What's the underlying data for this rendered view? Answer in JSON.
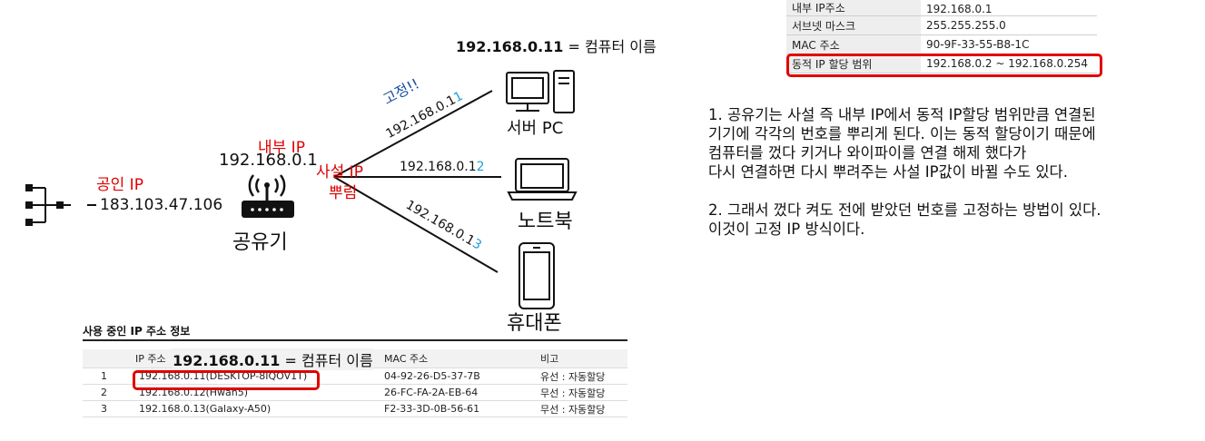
{
  "header_caption": {
    "ip": "192.168.0.11",
    "rest": " = 컴퓨터 이름"
  },
  "left": {
    "public_ip_label": "공인 IP",
    "public_ip": "183.103.47.106",
    "internal_ip_label": "내부 IP",
    "internal_ip": "192.168.0.1",
    "router_label": "공유기",
    "private_ip_label_1": "사설 IP",
    "private_ip_label_2": "뿌림"
  },
  "branches": {
    "fixed_label": "고정!!",
    "ip1_prefix": "192.168.0.1",
    "ip1_suffix": "1",
    "ip2_prefix": "192.168.0.1",
    "ip2_suffix": "2",
    "ip3_prefix": "192.168.0.1",
    "ip3_suffix": "3"
  },
  "devices": {
    "server": "서버 PC",
    "laptop": "노트북",
    "phone": "휴대폰"
  },
  "info_table": {
    "rows": [
      {
        "label": "내부 IP주소",
        "value": "192.168.0.1"
      },
      {
        "label": "서브넷 마스크",
        "value": "255.255.255.0"
      },
      {
        "label": "MAC 주소",
        "value": "90-9F-33-55-B8-1C"
      },
      {
        "label": "동적 IP 할당 범위",
        "value": "192.168.0.2 ~ 192.168.0.254"
      }
    ]
  },
  "notes": {
    "p1": [
      "1. 공유기는 사설 즉 내부 IP에서 동적 IP할당 범위만큼 연결된",
      "   기기에 각각의 번호를 뿌리게 된다. 이는 동적 할당이기 때문에",
      "   컴퓨터를 껐다 키거나 와이파이를 연결 해제 했다가",
      "    다시 연결하면 다시 뿌려주는 사설 IP값이 바뀔 수도 있다."
    ],
    "p2": [
      "2. 그래서 껐다 켜도 전에 받았던 번호를 고정하는 방법이 있다.",
      "    이것이 고정 IP 방식이다."
    ]
  },
  "bottom_table": {
    "title": "사용 중인 IP 주소 정보",
    "headers": [
      "",
      "IP 주소",
      "MAC 주소",
      "비고"
    ],
    "overlay_caption": {
      "ip": "192.168.0.11",
      "rest": " = 컴퓨터 이름"
    },
    "rows": [
      {
        "no": "1",
        "ip": "192.168.0.11(DESKTOP-8IQOV1T)",
        "mac": "04-92-26-D5-37-7B",
        "note": "유선 : 자동할당"
      },
      {
        "no": "2",
        "ip": "192.168.0.12(Hwan5)",
        "mac": "26-FC-FA-2A-EB-64",
        "note": "무선 : 자동할당"
      },
      {
        "no": "3",
        "ip": "192.168.0.13(Galaxy-A50)",
        "mac": "F2-33-3D-0B-56-61",
        "note": "무선 : 자동할당"
      }
    ]
  },
  "colors": {
    "highlight": "#e00000",
    "accent_digit": "#1f9fd8",
    "fixed_label": "#1a4fa0"
  }
}
